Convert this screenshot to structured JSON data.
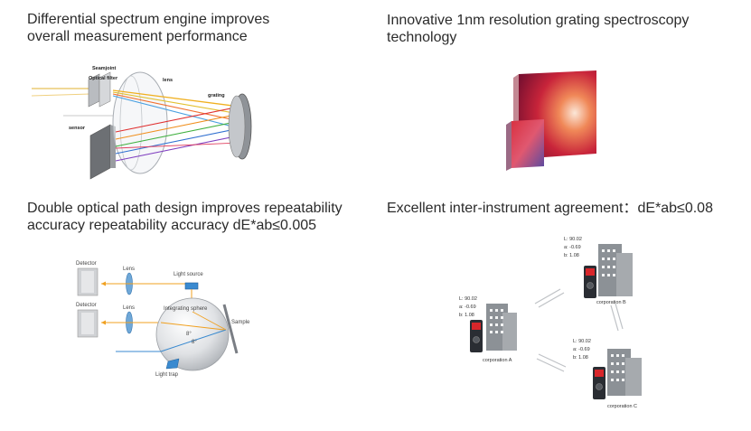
{
  "panels": {
    "top_left": {
      "heading_line1": "Differential spectrum engine improves",
      "heading_line2": "overall measurement performance",
      "labels": {
        "seamjoint": "Seamjoint",
        "optical_filter": "Optical filter",
        "lens": "lens",
        "grating": "grating",
        "sensor": "sensor"
      }
    },
    "top_right": {
      "heading_line1": "Innovative 1nm resolution grating spectroscopy",
      "heading_line2": "technology"
    },
    "bottom_left": {
      "heading_line1": "Double optical path design improves repeatability",
      "heading_line2": "accuracy repeatability accuracy dE*ab≤0.005",
      "labels": {
        "detector_top": "Detector",
        "detector_bottom": "Detector",
        "lens_top": "Lens",
        "lens_bottom": "Lens",
        "light_source": "Light source",
        "integrating_sphere": "Integrating sphere",
        "sample": "Sample",
        "angle_1": "8°",
        "angle_2": "8°",
        "light_trap": "Light trap"
      }
    },
    "bottom_right": {
      "heading": "Excellent inter-instrument agreement：dE*ab≤0.08",
      "corporations": [
        {
          "name": "corporation A",
          "L": "L: 90.02",
          "a": "a: -0.69",
          "b": "b: 1.08"
        },
        {
          "name": "corporation B",
          "L": "L: 90.02",
          "a": "a: -0.69",
          "b": "b: 1.08"
        },
        {
          "name": "corporation C",
          "L": "L: 90.02",
          "a": "a: -0.69",
          "b": "b: 1.08"
        }
      ]
    }
  },
  "colors": {
    "building": "#8c9196",
    "instrument": "#2a2d33",
    "screen_red": "#d8262b",
    "beam_orange": "#f0a020",
    "beam_blue": "#3a8ad0"
  }
}
